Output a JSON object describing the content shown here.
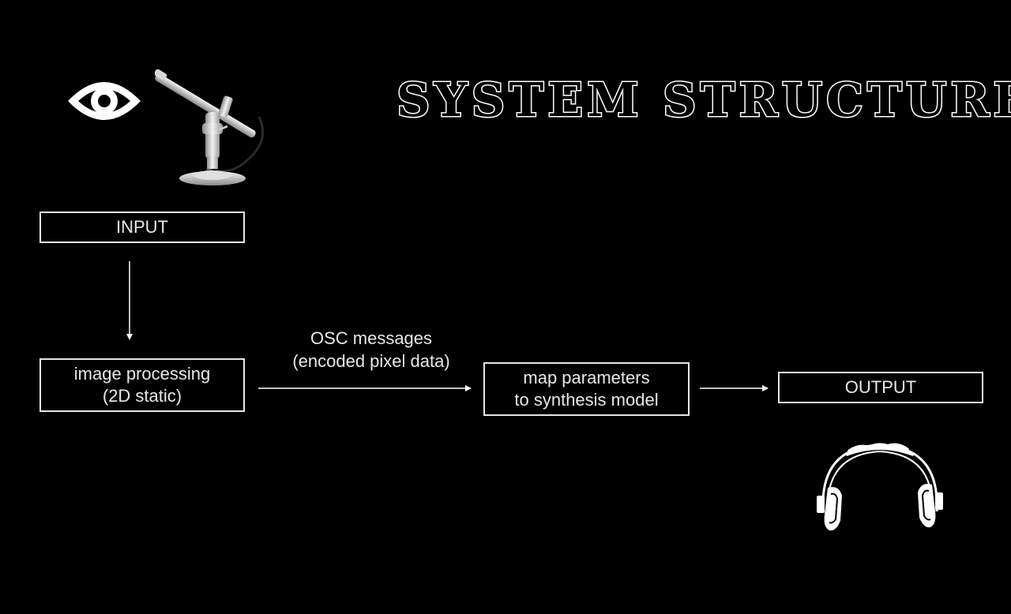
{
  "title": "SYSTEM STRUCTURE",
  "diagram": {
    "nodes": {
      "input": "INPUT",
      "processing": "image processing\n(2D static)",
      "map": "map parameters\nto synthesis model",
      "output": "OUTPUT"
    },
    "edges": {
      "processing_to_map": "OSC messages\n(encoded pixel data)"
    }
  },
  "icons": {
    "eye": "eye-icon",
    "microscope": "microscope-icon",
    "headphones": "headphones-icon"
  },
  "colors": {
    "background": "#000000",
    "foreground": "#ffffff"
  }
}
